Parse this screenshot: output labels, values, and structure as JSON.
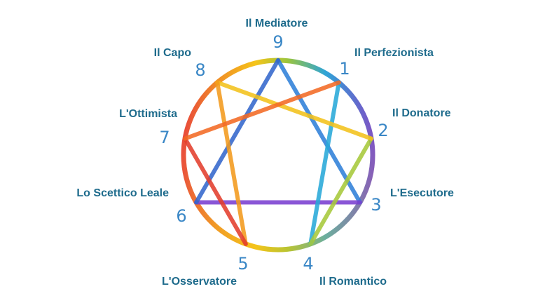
{
  "colors": {
    "label": "#1e6b8c",
    "number": "#3a87c6",
    "spectrum": [
      "#2f80d8",
      "#7a3fd0",
      "#3366cc",
      "#28a8d8",
      "#a6c83a",
      "#f2c21b",
      "#f39a1c",
      "#e23d2c",
      "#f26a24",
      "#9ac54a"
    ]
  },
  "points": [
    {
      "number": "1",
      "name": "Il Perfezionista"
    },
    {
      "number": "2",
      "name": "Il Donatore"
    },
    {
      "number": "3",
      "name": "L'Esecutore"
    },
    {
      "number": "4",
      "name": "Il Romantico"
    },
    {
      "number": "5",
      "name": "L'Osservatore"
    },
    {
      "number": "6",
      "name": "Lo Scettico Leale"
    },
    {
      "number": "7",
      "name": "L'Ottimista"
    },
    {
      "number": "8",
      "name": "Il Capo"
    },
    {
      "number": "9",
      "name": "Il Mediatore"
    }
  ]
}
